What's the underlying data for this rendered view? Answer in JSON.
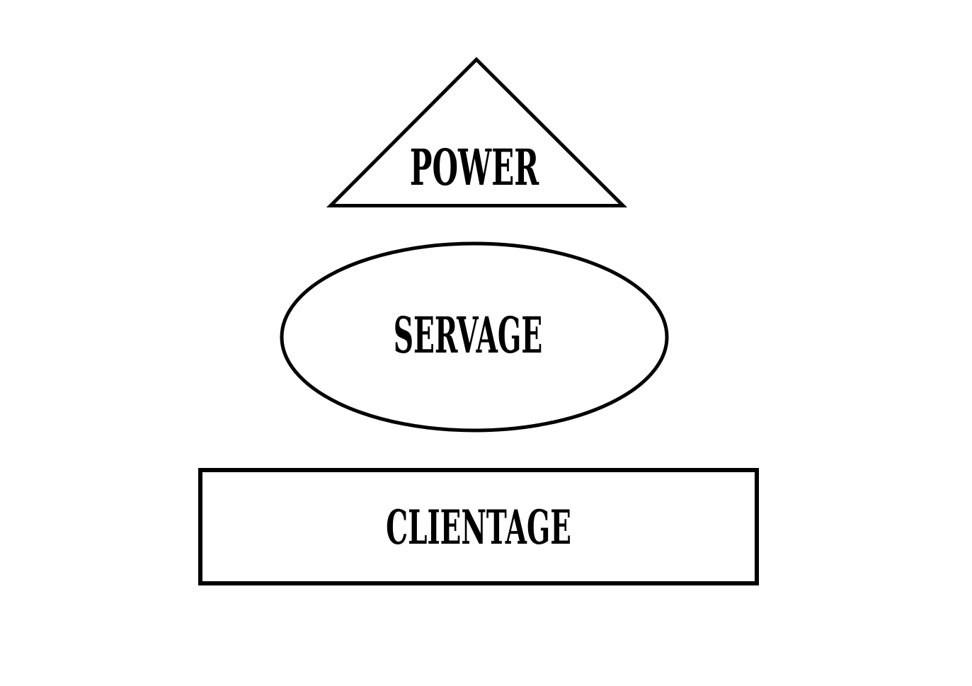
{
  "diagram": {
    "background_color": "#ffffff",
    "stroke_color": "#000000",
    "text_color": "#000000",
    "shapes": [
      {
        "type": "triangle",
        "label": "POWER"
      },
      {
        "type": "ellipse",
        "label": "SERVAGE"
      },
      {
        "type": "rectangle",
        "label": "CLIENTAGE"
      }
    ]
  }
}
